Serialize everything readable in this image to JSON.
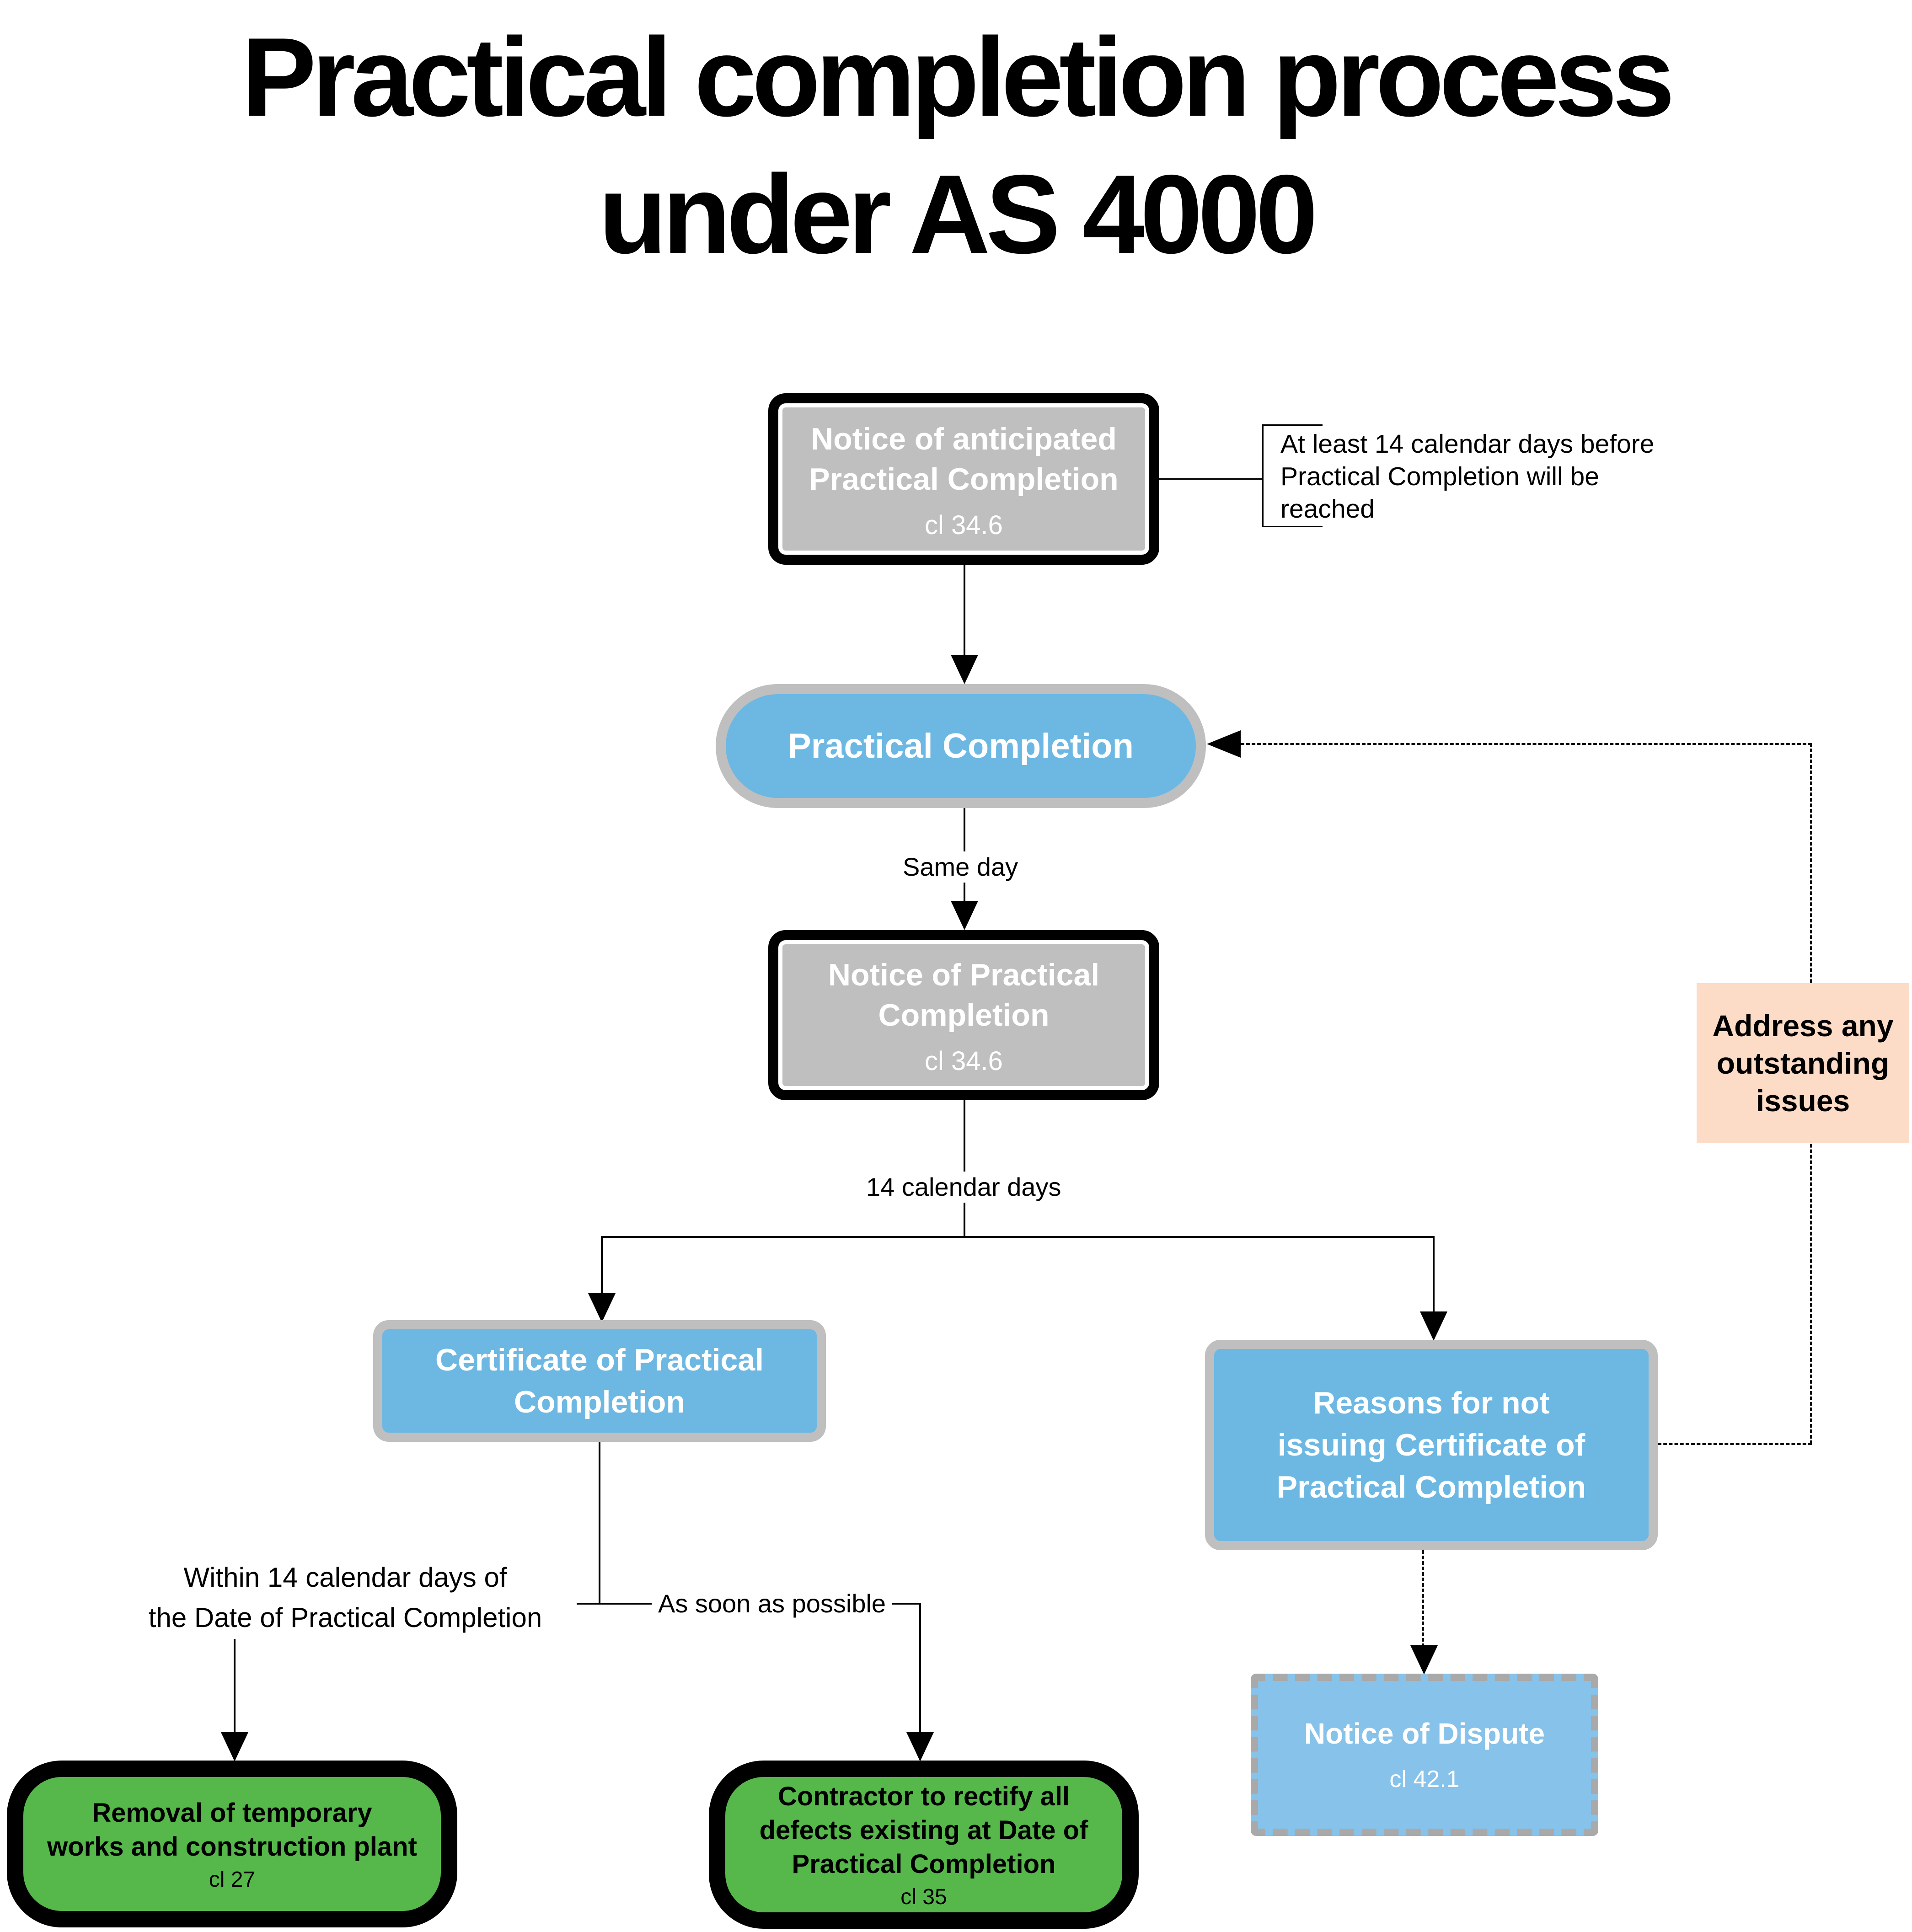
{
  "title": "Practical completion process\nunder AS 4000",
  "colors": {
    "node_blue": "#6cb8e3",
    "dispute_blue": "#86c2e9",
    "gray_fill": "#bfbfbf",
    "gray_border": "#bfbfbf",
    "green_fill": "#56b84a",
    "peach_fill": "#fcdcc6",
    "line_black": "#000000"
  },
  "nodes": {
    "notice_anticipated": {
      "label": "Notice of anticipated\nPractical Completion",
      "clause": "cl 34.6"
    },
    "practical_completion": {
      "label": "Practical Completion"
    },
    "notice_practical_completion": {
      "label": "Notice of Practical\nCompletion",
      "clause": "cl 34.6"
    },
    "certificate": {
      "label": "Certificate of Practical\nCompletion"
    },
    "reasons": {
      "label": "Reasons for not\nissuing Certificate of\nPractical Completion"
    },
    "address_issues": {
      "label": "Address any\noutstanding\nissues"
    },
    "notice_dispute": {
      "label": "Notice of Dispute",
      "clause": "cl 42.1"
    },
    "removal": {
      "label": "Removal of temporary\nworks and construction plant",
      "clause": "cl 27"
    },
    "contractor": {
      "label": "Contractor to rectify all\ndefects existing at Date of\nPractical Completion",
      "clause": "cl 35"
    }
  },
  "edge_labels": {
    "annotation": "At least 14 calendar days before\nPractical Completion will be\nreached",
    "same_day": "Same day",
    "fourteen_days": "14 calendar days",
    "within_fourteen": "Within 14 calendar days of\nthe Date of Practical Completion",
    "asap": "As soon as possible"
  }
}
